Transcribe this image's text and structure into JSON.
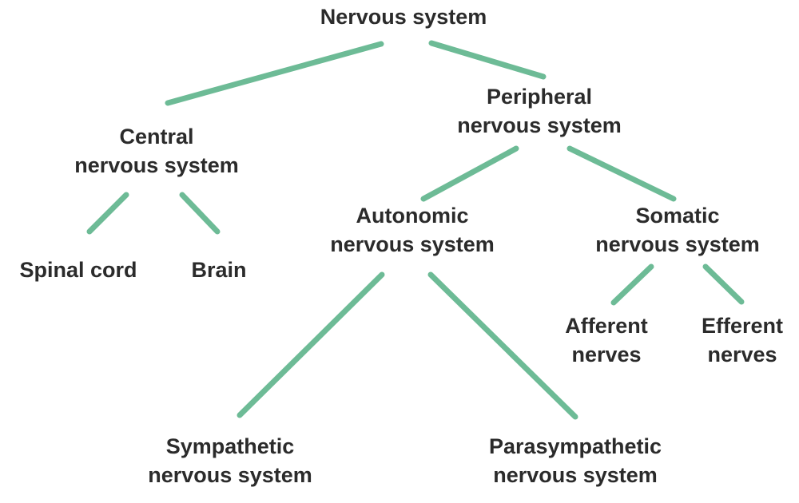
{
  "colors": {
    "connector": "#6dbb96",
    "text": "#2b2b2b",
    "background": "#ffffff"
  },
  "nodes": {
    "nervous_system": {
      "line1": "Nervous system"
    },
    "central": {
      "line1": "Central",
      "line2": "nervous system"
    },
    "peripheral": {
      "line1": "Peripheral",
      "line2": "nervous system"
    },
    "spinal_cord": {
      "line1": "Spinal cord"
    },
    "brain": {
      "line1": "Brain"
    },
    "autonomic": {
      "line1": "Autonomic",
      "line2": "nervous system"
    },
    "somatic": {
      "line1": "Somatic",
      "line2": "nervous system"
    },
    "afferent": {
      "line1": "Afferent",
      "line2": "nerves"
    },
    "efferent": {
      "line1": "Efferent",
      "line2": "nerves"
    },
    "sympathetic": {
      "line1": "Sympathetic",
      "line2": "nervous system"
    },
    "parasympathetic": {
      "line1": "Parasympathetic",
      "line2": "nervous system"
    }
  }
}
